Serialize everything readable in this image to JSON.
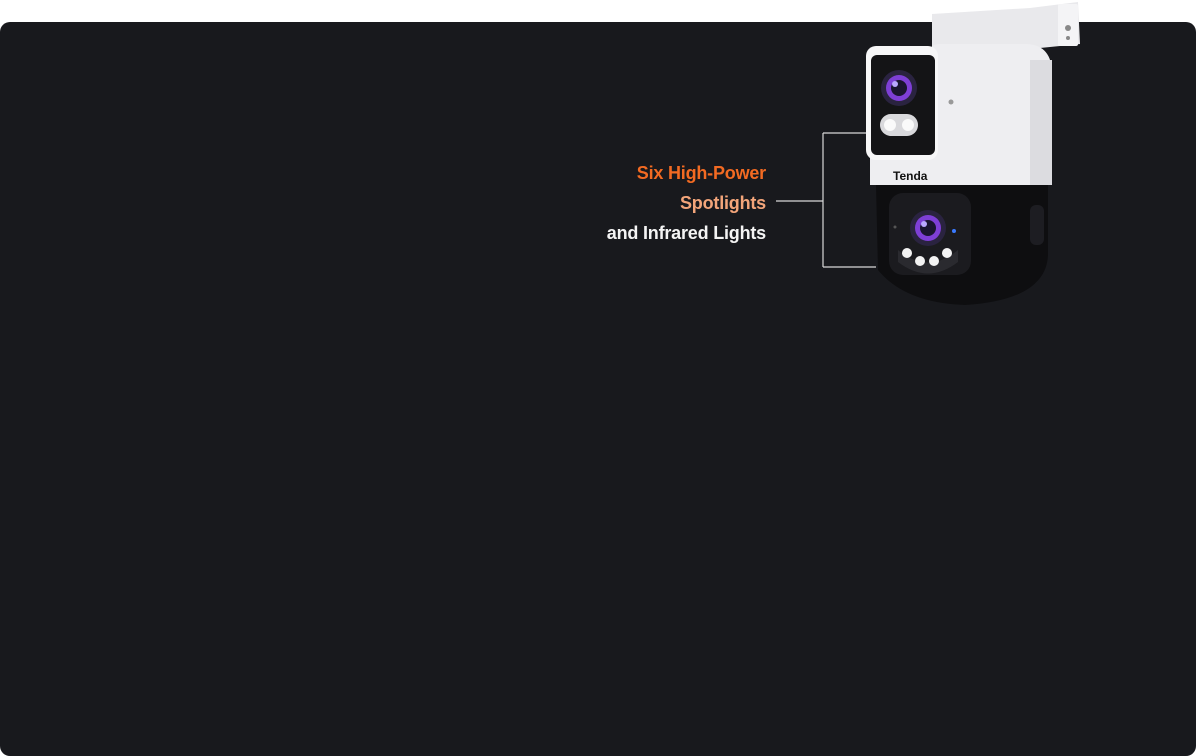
{
  "feature": {
    "line1": "Six High-Power",
    "line2": "Spotlights",
    "line3": "and Infrared Lights"
  },
  "product": {
    "brand_logo": "Tenda"
  },
  "colors": {
    "background": "#18191d",
    "accent_orange": "#f26a22",
    "accent_light_orange": "#f3a57a"
  }
}
